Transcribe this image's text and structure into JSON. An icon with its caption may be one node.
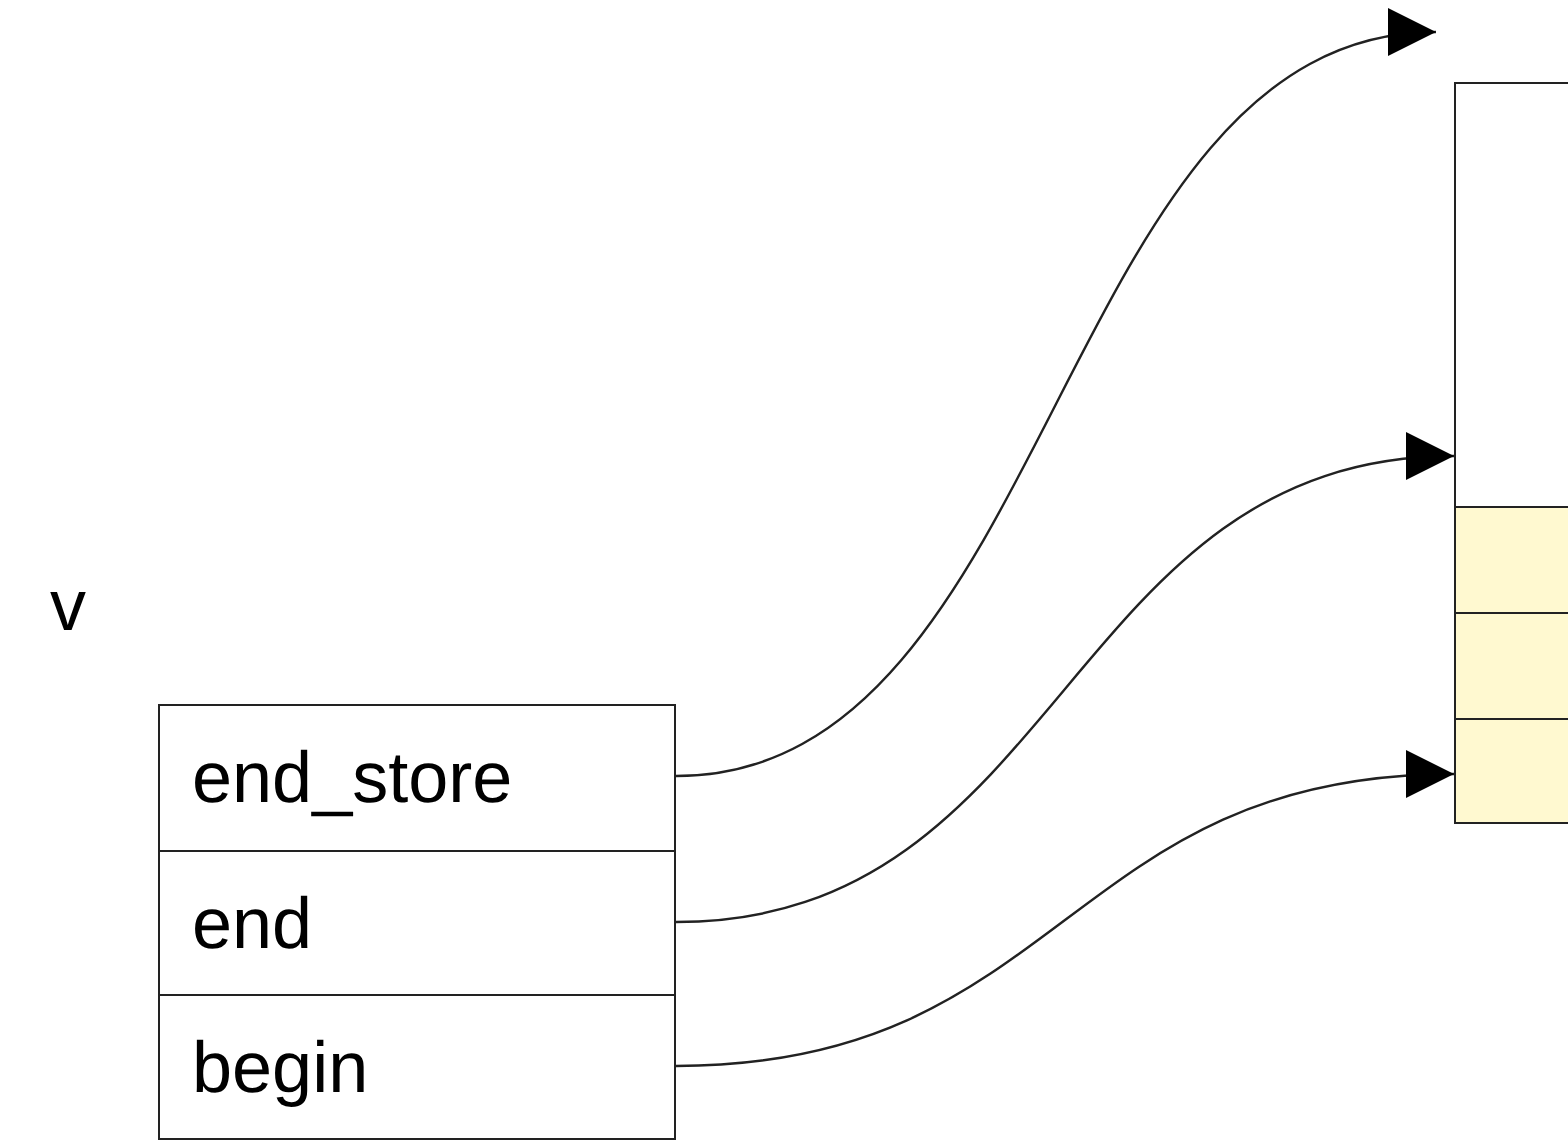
{
  "diagram": {
    "nodes": [
      {
        "text": [
          "end_store"
        ]
      },
      {
        "text": [
          "end"
        ]
      },
      {
        "text": [
          "begin"
        ]
      },
      {
        "text": [],
        "shape": "box"
      },
      {
        "text": [],
        "shape": "box"
      },
      {
        "text": [],
        "shape": "box"
      },
      {
        "text": [],
        "shape": "box"
      }
    ],
    "edges": [
      {
        "from": 0,
        "to": null,
        "arrow": "to"
      },
      {
        "from": 1,
        "to": 3,
        "arrow": "to"
      },
      {
        "from": 2,
        "to": 6,
        "arrow": "to"
      }
    ],
    "labels": [
      "v"
    ]
  }
}
